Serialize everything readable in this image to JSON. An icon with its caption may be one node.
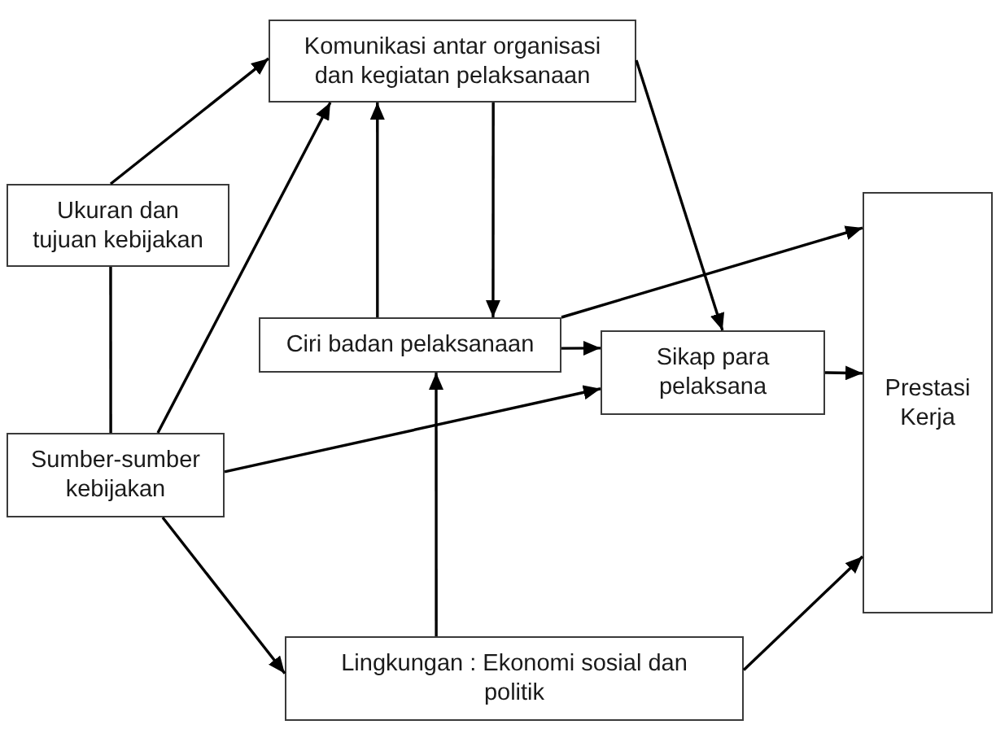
{
  "diagram": {
    "nodes": [
      {
        "text": [
          "Komunikasi antar organisasi dan kegiatan pelaksanaan"
        ]
      },
      {
        "text": [
          "Ukuran dan tujuan kebijakan"
        ]
      },
      {
        "text": [
          "Ciri badan pelaksanaan"
        ]
      },
      {
        "text": [
          "Sikap para pelaksana"
        ]
      },
      {
        "text": [
          "Prestasi Kerja"
        ]
      },
      {
        "text": [
          "Sumber-sumber kebijakan"
        ]
      },
      {
        "text": [
          "Lingkungan : Ekonomi sosial dan politik"
        ]
      }
    ],
    "edges": [
      {
        "from": 1,
        "to": 0,
        "arrow": "to"
      },
      {
        "from": 1,
        "to": 5,
        "arrow": "none"
      },
      {
        "from": 5,
        "to": 0,
        "arrow": "to"
      },
      {
        "from": 2,
        "to": 0,
        "arrow": "to"
      },
      {
        "from": 0,
        "to": 2,
        "arrow": "to"
      },
      {
        "from": 0,
        "to": 3,
        "arrow": "to"
      },
      {
        "from": 2,
        "to": 4,
        "arrow": "to"
      },
      {
        "from": 2,
        "to": 3,
        "arrow": "to"
      },
      {
        "from": 5,
        "to": 3,
        "arrow": "to"
      },
      {
        "from": 3,
        "to": 4,
        "arrow": "to"
      },
      {
        "from": 6,
        "to": 2,
        "arrow": "to"
      },
      {
        "from": 5,
        "to": 6,
        "arrow": "to"
      },
      {
        "from": 6,
        "to": 4,
        "arrow": "to"
      }
    ]
  }
}
